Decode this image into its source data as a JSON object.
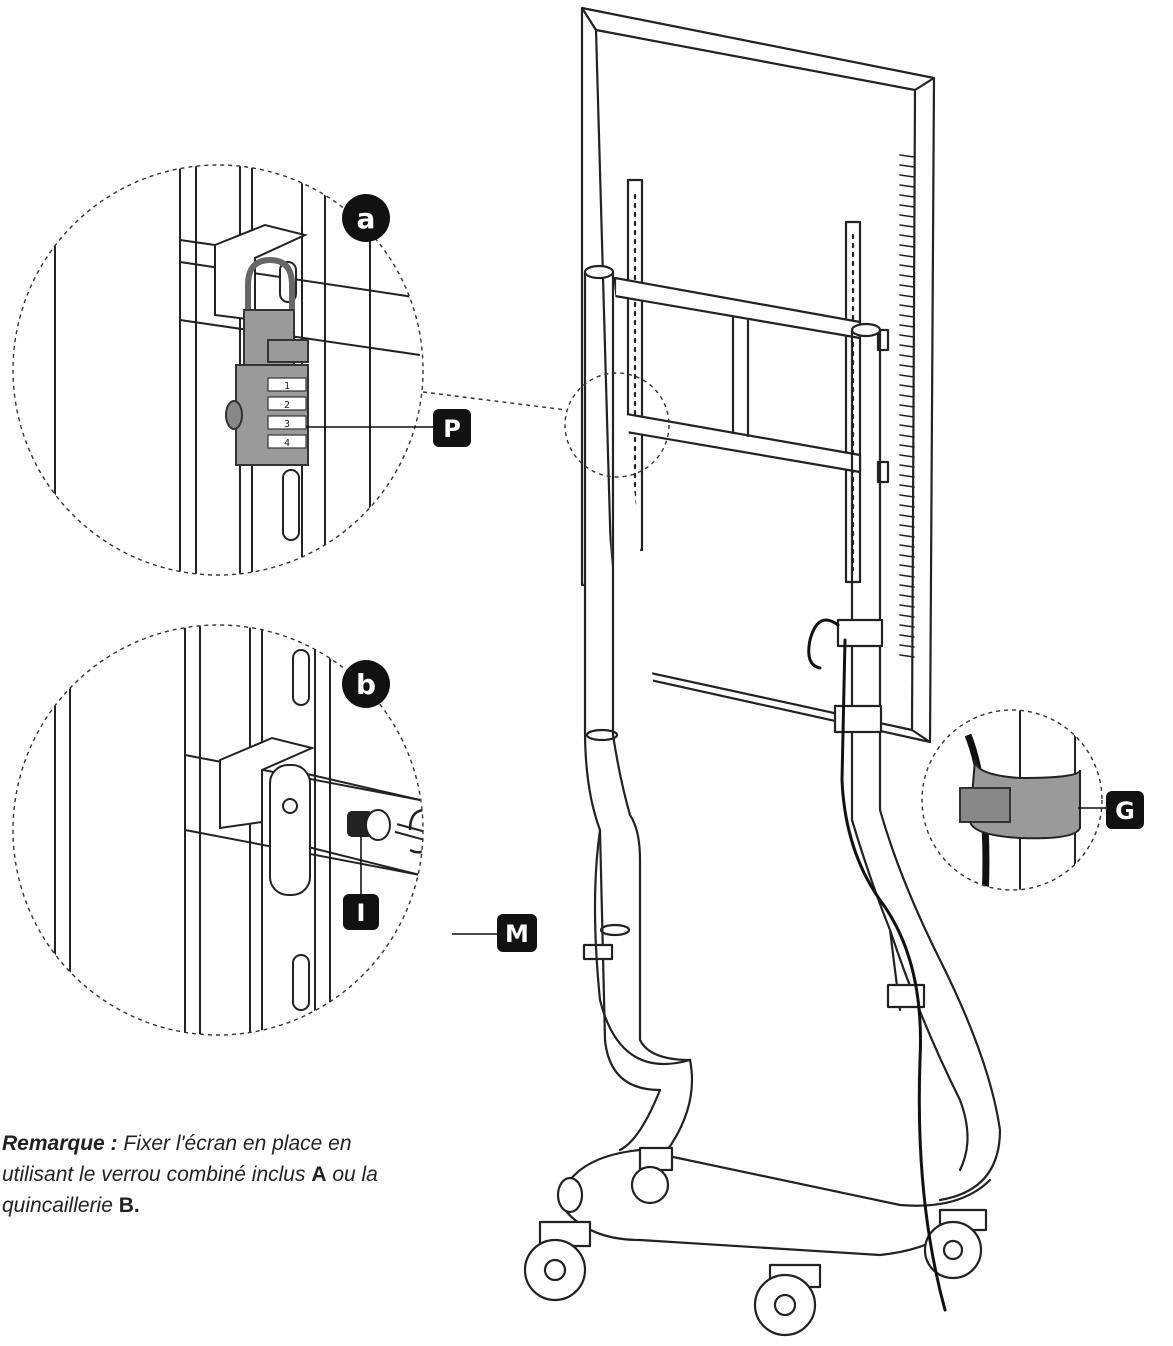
{
  "callouts": {
    "a": "a",
    "b": "b",
    "P": "P",
    "G": "G",
    "I": "I",
    "M": "M"
  },
  "lock_digits": [
    "1",
    "2",
    "3",
    "4"
  ],
  "note": {
    "lead": "Remarque :",
    "line1": " Fixer l'écran en place en",
    "line2a": "utilisant le verrou combiné inclus ",
    "ref_a": "A",
    "line2b": " ou la",
    "line3a": "quincaillerie ",
    "ref_b": "B."
  },
  "colors": {
    "line": "#222222",
    "lock_gray": "#9a9a9a",
    "label_bg": "#111111"
  }
}
